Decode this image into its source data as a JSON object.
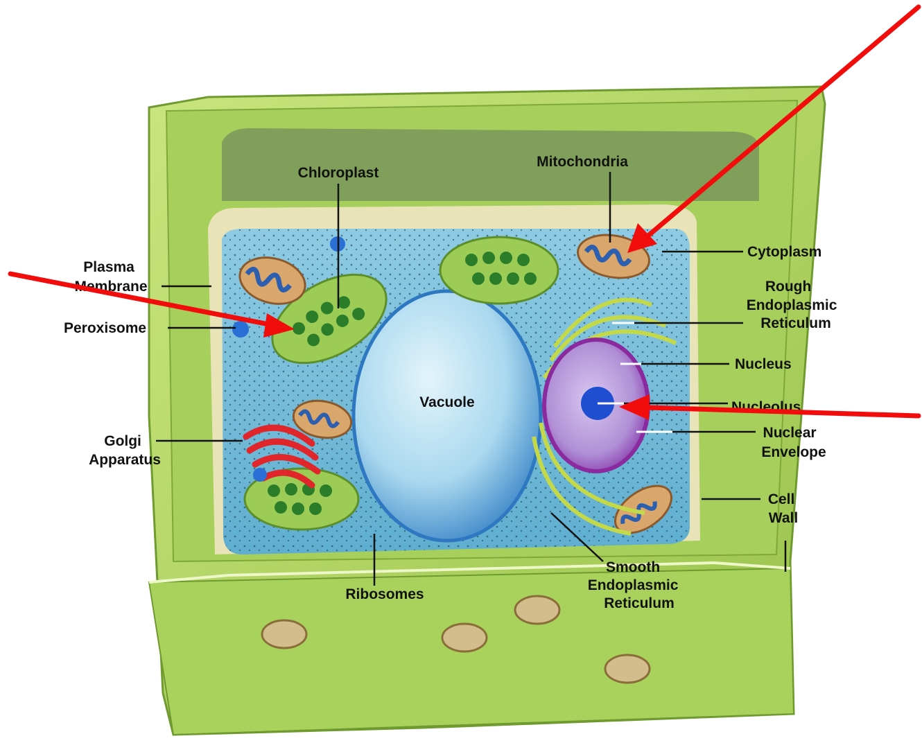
{
  "labels": {
    "chloroplast": "Chloroplast",
    "mitochondria": "Mitochondria",
    "cytoplasm": "Cytoplasm",
    "plasma_membrane": [
      "Plasma",
      "Membrane"
    ],
    "rough_er": [
      "Rough",
      "Endoplasmic",
      "Reticulum"
    ],
    "peroxisome": "Peroxisome",
    "nucleus": "Nucleus",
    "vacuole": "Vacuole",
    "nucleolus": "Nucleolus",
    "golgi": [
      "Golgi",
      "Apparatus"
    ],
    "nuclear_envelope": [
      "Nuclear",
      "Envelope"
    ],
    "cell_wall": [
      "Cell",
      "Wall"
    ],
    "smooth_er": [
      "Smooth",
      "Endoplasmic",
      "Reticulum"
    ],
    "ribosomes": "Ribosomes"
  },
  "colors": {
    "cell_wall": "#b5d96a",
    "cell_wall_dark": "#7fa83a",
    "cytoplasm": "#6fb9d6",
    "vacuole": "#a9d8ee",
    "chloroplast": "#9ccc55",
    "mitochondria": "#d9a66b",
    "nucleus": "#b77fd0",
    "golgi": "#e0262a",
    "arrow": "#f20d0d"
  },
  "red_arrows": [
    {
      "points_to": "mitochondria"
    },
    {
      "points_to": "chloroplast"
    },
    {
      "points_to": "nucleolus"
    }
  ]
}
